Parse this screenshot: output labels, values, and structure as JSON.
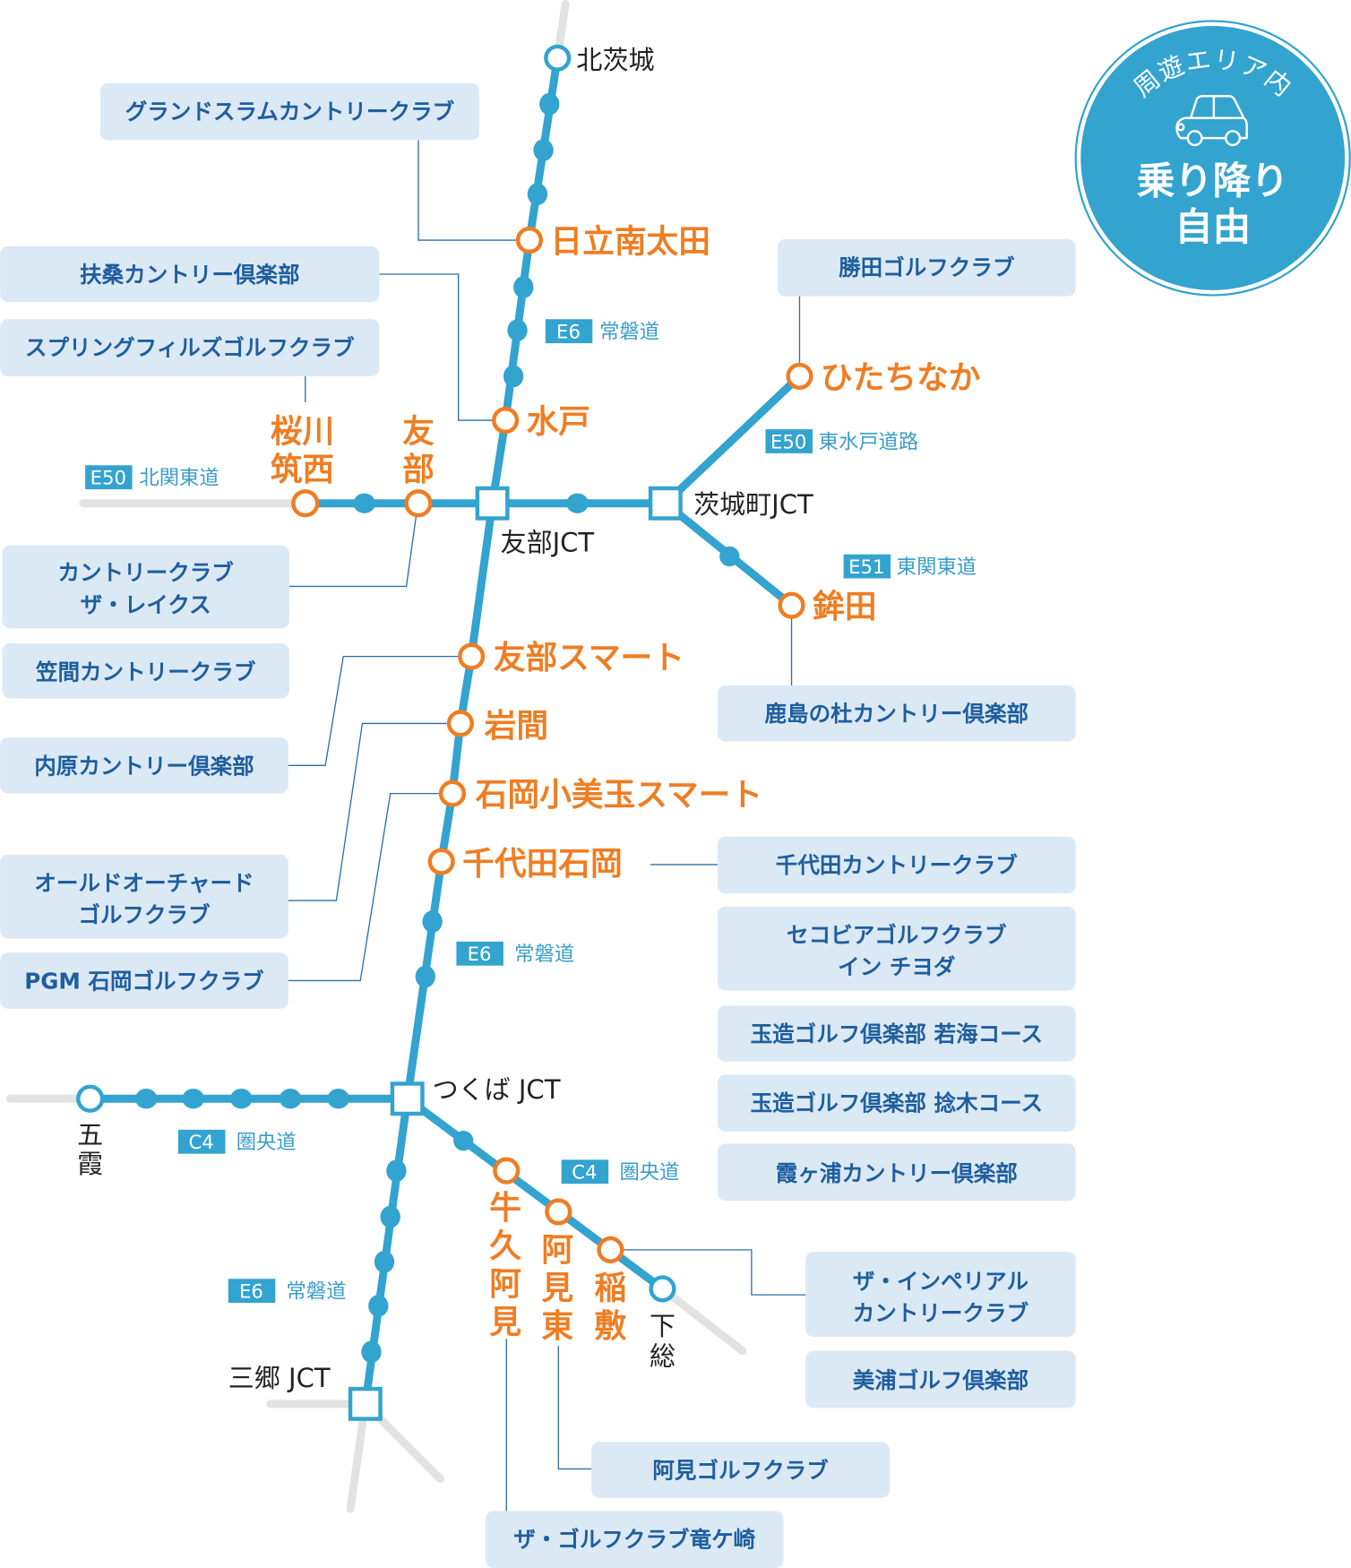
{
  "colors": {
    "line_blue": "#33a3cf",
    "interchange_orange": "#ef7d22",
    "box_bg": "#dbe9f5",
    "box_text": "#1f5e9e",
    "inactive_grey": "#e2e2e2",
    "badge_bg": "#33a3cf"
  },
  "badge": {
    "arc_text": "周遊エリア内",
    "line1": "乗り降り",
    "line2": "自由",
    "icon": "car-icon"
  },
  "interchanges": {
    "kitaibaraki": "北茨城",
    "hitachiminamiota": "日立南太田",
    "mito": "水戸",
    "sakuragawa_1": "桜川",
    "sakuragawa_2": "筑西",
    "tomobe_1": "友",
    "tomobe_2": "部",
    "tomobe_jct": "友部JCT",
    "ibarakimachi_jct": "茨城町JCT",
    "hitachinaka": "ひたちなか",
    "hokota": "鉾田",
    "tomobe_smart": "友部スマート",
    "iwama": "岩間",
    "ishioka_omitama": "石岡小美玉スマート",
    "chiyoda_ishioka": "千代田石岡",
    "tsukuba_jct": "つくば JCT",
    "goka_1": "五",
    "goka_2": "霞",
    "ushiku_ami": [
      "牛",
      "久",
      "阿",
      "見"
    ],
    "ami_higashi": [
      "阿",
      "見",
      "東"
    ],
    "inashiki": [
      "稲",
      "敷"
    ],
    "shimofusa": [
      "下",
      "総"
    ],
    "misato_jct": "三郷 JCT"
  },
  "roads": [
    {
      "code": "E6",
      "name": "常磐道"
    },
    {
      "code": "E50",
      "name": "北関東道"
    },
    {
      "code": "E50",
      "name": "東水戸道路"
    },
    {
      "code": "E51",
      "name": "東関東道"
    },
    {
      "code": "E6",
      "name": "常磐道"
    },
    {
      "code": "C4",
      "name": "圏央道"
    },
    {
      "code": "C4",
      "name": "圏央道"
    },
    {
      "code": "E6",
      "name": "常磐道"
    }
  ],
  "golf_courses": [
    {
      "lines": [
        "グランドスラムカントリークラブ"
      ]
    },
    {
      "lines": [
        "扶桑カントリー倶楽部"
      ]
    },
    {
      "lines": [
        "スプリングフィルズゴルフクラブ"
      ]
    },
    {
      "lines": [
        "カントリークラブ",
        "ザ・レイクス"
      ]
    },
    {
      "lines": [
        "笠間カントリークラブ"
      ]
    },
    {
      "lines": [
        "内原カントリー倶楽部"
      ]
    },
    {
      "lines": [
        "オールドオーチャード",
        "ゴルフクラブ"
      ]
    },
    {
      "lines": [
        "PGM 石岡ゴルフクラブ"
      ]
    },
    {
      "lines": [
        "勝田ゴルフクラブ"
      ]
    },
    {
      "lines": [
        "鹿島の杜カントリー倶楽部"
      ]
    },
    {
      "lines": [
        "千代田カントリークラブ"
      ]
    },
    {
      "lines": [
        "セコビアゴルフクラブ",
        "イン チヨダ"
      ]
    },
    {
      "lines": [
        "玉造ゴルフ倶楽部 若海コース"
      ]
    },
    {
      "lines": [
        "玉造ゴルフ倶楽部 捻木コース"
      ]
    },
    {
      "lines": [
        "霞ヶ浦カントリー倶楽部"
      ]
    },
    {
      "lines": [
        "ザ・インペリアル",
        "カントリークラブ"
      ]
    },
    {
      "lines": [
        "美浦ゴルフ倶楽部"
      ]
    },
    {
      "lines": [
        "阿見ゴルフクラブ"
      ]
    },
    {
      "lines": [
        "ザ・ゴルフクラブ竜ケ崎"
      ]
    }
  ]
}
